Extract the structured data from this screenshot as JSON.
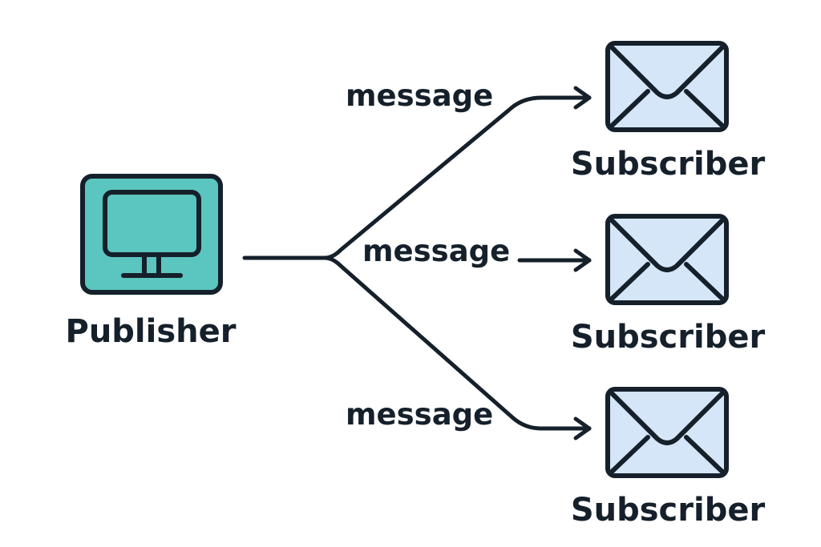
{
  "diagram": {
    "type": "publish-subscribe fan-out",
    "publisher": {
      "label": "Publisher",
      "icon": "monitor-icon",
      "fill": "#5bc5bf"
    },
    "edges": [
      {
        "label": "message",
        "to": "subscriber-1"
      },
      {
        "label": "message",
        "to": "subscriber-2"
      },
      {
        "label": "message",
        "to": "subscriber-3"
      }
    ],
    "subscribers": [
      {
        "id": "subscriber-1",
        "label": "Subscriber",
        "icon": "envelope-icon"
      },
      {
        "id": "subscriber-2",
        "label": "Subscriber",
        "icon": "envelope-icon"
      },
      {
        "id": "subscriber-3",
        "label": "Subscriber",
        "icon": "envelope-icon"
      }
    ],
    "colors": {
      "stroke": "#15202b",
      "envelope_fill": "#d4e6f7",
      "publisher_fill": "#5bc5bf",
      "background": "#ffffff"
    }
  }
}
